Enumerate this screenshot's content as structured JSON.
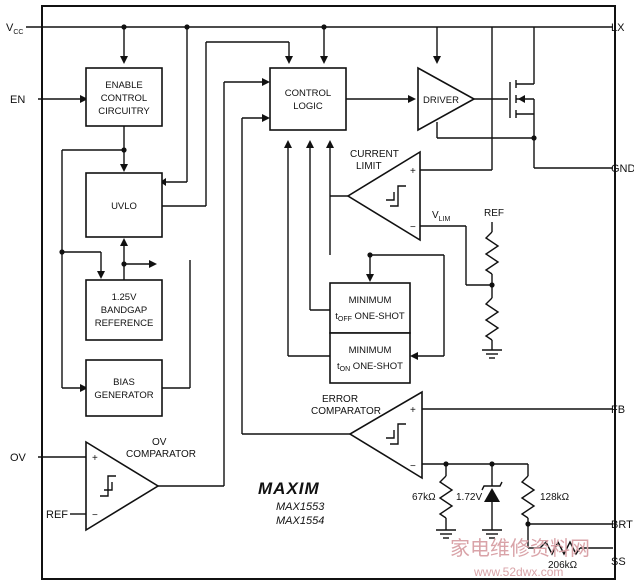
{
  "pins": {
    "vcc": "V",
    "vcc_sub": "CC",
    "en": "EN",
    "ov": "OV",
    "ref": "REF",
    "lx": "LX",
    "gnd": "GND",
    "fb": "FB",
    "brt": "BRT",
    "ss": "SS"
  },
  "blocks": {
    "enable": [
      "ENABLE",
      "CONTROL",
      "CIRCUITRY"
    ],
    "uvlo": "UVLO",
    "bandgap": [
      "1.25V",
      "BANDGAP",
      "REFERENCE"
    ],
    "bias": [
      "BIAS",
      "GENERATOR"
    ],
    "control": [
      "CONTROL",
      "LOGIC"
    ],
    "driver": "DRIVER",
    "toff": [
      "MINIMUM",
      "t",
      "OFF",
      " ONE-SHOT"
    ],
    "ton": [
      "MINIMUM",
      "t",
      "ON",
      " ONE-SHOT"
    ]
  },
  "labels": {
    "current_limit": [
      "CURRENT",
      "LIMIT"
    ],
    "vlim": "V",
    "vlim_sub": "LIM",
    "ref_top": "REF",
    "error_comp": [
      "ERROR",
      "COMPARATOR"
    ],
    "ov_comp": [
      "OV",
      "COMPARATOR"
    ],
    "plus": "+",
    "minus": "−"
  },
  "components": {
    "r67k": "67kΩ",
    "zener": "1.72V",
    "r128k": "128kΩ",
    "r206k": "206kΩ"
  },
  "branding": {
    "logo": "MAXIM",
    "part1": "MAX1553",
    "part2": "MAX1554"
  },
  "watermark": {
    "text": "家电维修资料网",
    "url": "www.52dwx.com"
  }
}
